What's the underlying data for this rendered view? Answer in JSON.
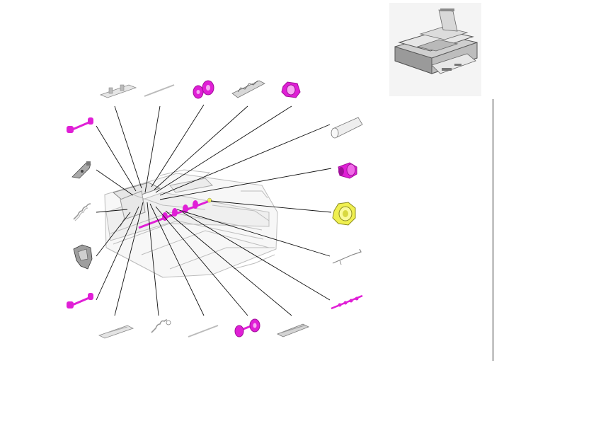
{
  "colors": {
    "accent_part": "#e01fd6",
    "accent_part_dark": "#a0109a",
    "highlight_part": "#f0f050",
    "leader_line": "#111111",
    "assembly_outline": "#bfbfbf",
    "background": "#ffffff"
  },
  "thumbnail": {
    "icon": "document-feeder-unit-icon"
  },
  "parts": [
    {
      "id": "guide-plate-top",
      "icon": "guide-plate-icon",
      "color": "gray"
    },
    {
      "id": "thin-rod-top",
      "icon": "thin-rod-icon",
      "color": "gray"
    },
    {
      "id": "pickup-roller-pair-top",
      "icon": "roller-pair-icon",
      "color": "magenta"
    },
    {
      "id": "bracket-top",
      "icon": "bracket-icon",
      "color": "gray"
    },
    {
      "id": "feed-roller-top",
      "icon": "roller-icon",
      "color": "magenta"
    },
    {
      "id": "drive-shaft-left-upper",
      "icon": "shaft-icon",
      "color": "magenta"
    },
    {
      "id": "lever-left",
      "icon": "lever-icon",
      "color": "gray"
    },
    {
      "id": "spring-left",
      "icon": "spring-icon",
      "color": "gray"
    },
    {
      "id": "hinge-bracket-left",
      "icon": "hinge-icon",
      "color": "gray"
    },
    {
      "id": "drive-shaft-left-lower",
      "icon": "shaft-icon",
      "color": "magenta"
    },
    {
      "id": "cover-plate-bottom",
      "icon": "plate-icon",
      "color": "gray"
    },
    {
      "id": "spring-bottom",
      "icon": "spring-icon",
      "color": "gray"
    },
    {
      "id": "thin-rod-bottom",
      "icon": "thin-rod-icon",
      "color": "gray"
    },
    {
      "id": "roller-pair-bottom",
      "icon": "roller-pair-icon",
      "color": "magenta"
    },
    {
      "id": "rail-bottom",
      "icon": "rail-icon",
      "color": "gray"
    },
    {
      "id": "sleeve-right",
      "icon": "sleeve-icon",
      "color": "gray"
    },
    {
      "id": "roller-right",
      "icon": "roller-icon",
      "color": "magenta"
    },
    {
      "id": "gear-roller-right",
      "icon": "gear-roller-icon",
      "color": "yellow"
    },
    {
      "id": "wire-right",
      "icon": "wire-icon",
      "color": "gray"
    },
    {
      "id": "long-shaft-right",
      "icon": "long-shaft-icon",
      "color": "magenta"
    }
  ]
}
